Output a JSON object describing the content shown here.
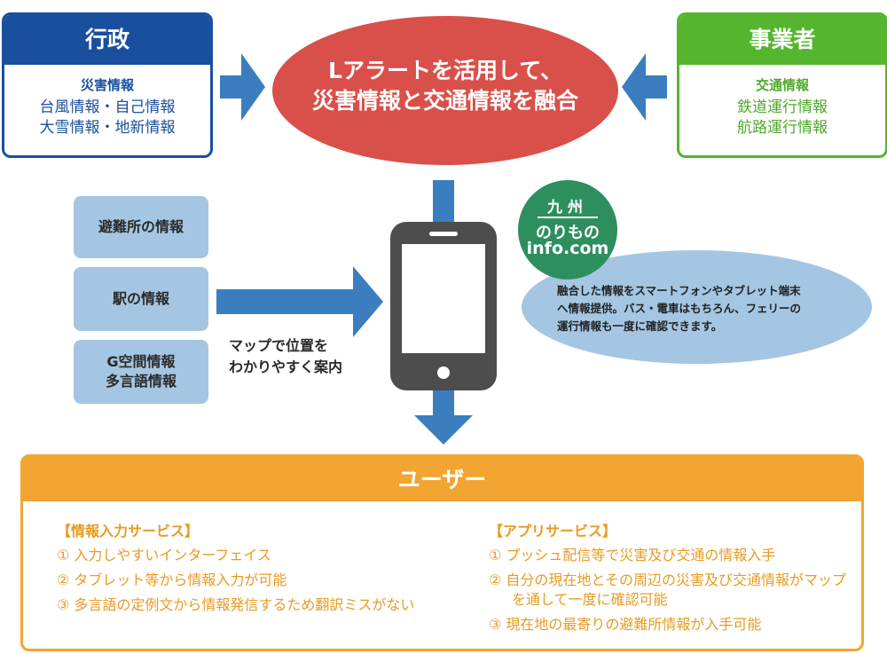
{
  "gov": {
    "header": "行政",
    "title": "災害情報",
    "lines": [
      "台風情報・自己情報",
      "大雪情報・地新情報"
    ]
  },
  "center": {
    "line1": "Lアラートを活用して、",
    "line2": "災害情報と交通情報を融合"
  },
  "biz": {
    "header": "事業者",
    "title": "交通情報",
    "lines": [
      "鉄道運行情報",
      "航路運行情報"
    ]
  },
  "info_boxes": [
    {
      "line1": "避難所の情報",
      "line2": ""
    },
    {
      "line1": "駅の情報",
      "line2": ""
    },
    {
      "line1": "G空間情報",
      "line2": "多言語情報"
    }
  ],
  "map_label": [
    "マップで位置を",
    "わかりやすく案内"
  ],
  "badge": {
    "line1": "九州",
    "line2": "のりもの",
    "line3": "info.com"
  },
  "bubble_text": [
    "融合した情報をスマートフォンやタブレット端末",
    "へ情報提供。バス・電車はもちろん、フェリーの",
    "運行情報も一度に確認できます。"
  ],
  "user": {
    "header": "ユーザー",
    "left": {
      "title": "【情報入力サービス】",
      "items": [
        "① 入力しやすいインターフェイス",
        "② タブレット等から情報入力が可能",
        "③ 多言語の定例文から情報発信するため翻訳ミスがない"
      ]
    },
    "right": {
      "title": "【アプリサービス】",
      "items": [
        "① プッシュ配信等で災害及び交通の情報入手",
        "② 自分の現在地とその周辺の災害及び交通情報がマップを通して一度に確認可能",
        "③ 現在地の最寄りの避難所情報が入手可能"
      ]
    }
  },
  "colors": {
    "gov": "#1a4f9e",
    "biz": "#55b52e",
    "center": "#d9504a",
    "arrow": "#3a7ec0",
    "info": "#a4c6e2",
    "user": "#f2a531",
    "badge": "#2e8f5e"
  }
}
